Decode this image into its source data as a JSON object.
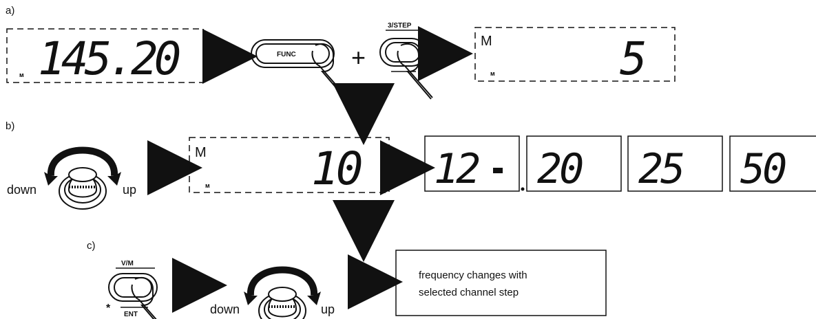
{
  "labels": {
    "step_a": "a)",
    "step_b": "b)",
    "step_c": "c)"
  },
  "displays": {
    "freq": "145.20",
    "step_value": "5",
    "step_selected": "10",
    "options": [
      "12",
      "20",
      "25",
      "50"
    ],
    "m_mark": "M",
    "m_small": "м"
  },
  "buttons": {
    "func": "FUNC",
    "step_key": "3/STEP",
    "vm_key_top": "V/M",
    "vm_key_bottom": "ENT",
    "star": "*"
  },
  "knob": {
    "down": "down",
    "up": "up"
  },
  "note": {
    "line1": "frequency changes with",
    "line2": "selected channel step"
  },
  "symbols": {
    "plus": "+"
  }
}
